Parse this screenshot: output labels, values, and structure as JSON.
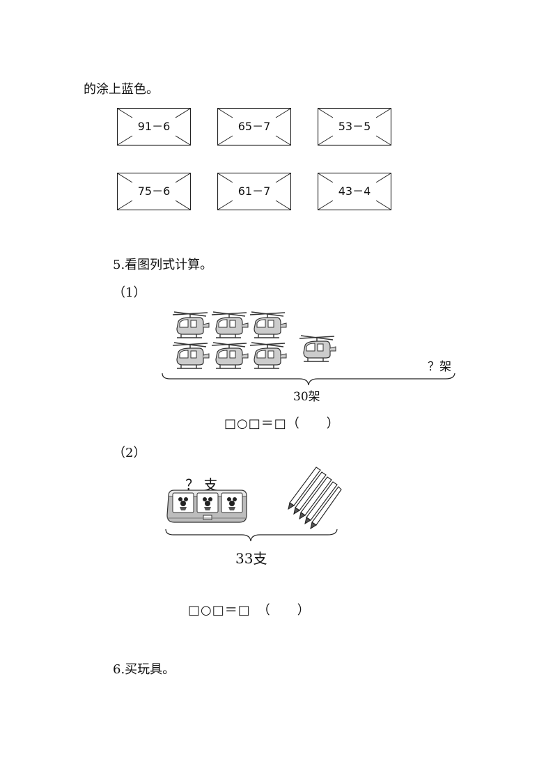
{
  "intro_text": "的涂上蓝色。",
  "envelopes": [
    "91－6",
    "65－7",
    "53－5",
    "75－6",
    "61－7",
    "43－4"
  ],
  "q5": {
    "title": "5.看图列式计算。",
    "part1": {
      "label": "（1）",
      "unknown_label": "？架",
      "total_label": "30架",
      "formula": "□○□＝□（　　）"
    },
    "part2": {
      "label": "（2）",
      "unknown_label": "？ 支",
      "total_label": "33支",
      "formula": "□○□＝□　（　　）"
    }
  },
  "q6": {
    "title": "6.买玩具。"
  }
}
